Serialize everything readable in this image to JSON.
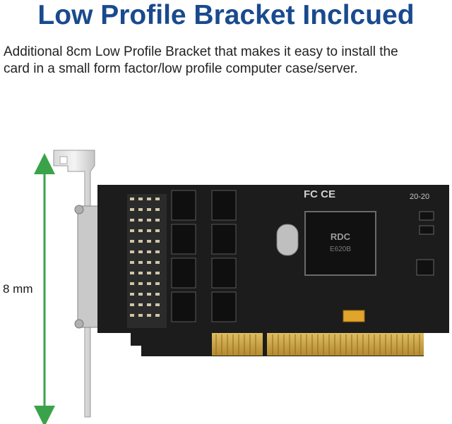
{
  "heading": {
    "title": "Low Profile Bracket Inclcued"
  },
  "description": {
    "line1": "Additional 8cm Low Profile Bracket that makes it easy to install the",
    "line2": "card in a small form factor/low profile computer case/server."
  },
  "dimension": {
    "label": "8 mm",
    "arrow_color": "#3aa34a"
  },
  "card": {
    "chip_brand": "RDC",
    "chip_model": "E620B",
    "date_code": "20-20",
    "cert_marks": "FC CE",
    "pcb_color": "#1c1c1c",
    "connector_color": "#c8a24a"
  },
  "colors": {
    "title": "#1a4a8e",
    "text": "#222222"
  }
}
